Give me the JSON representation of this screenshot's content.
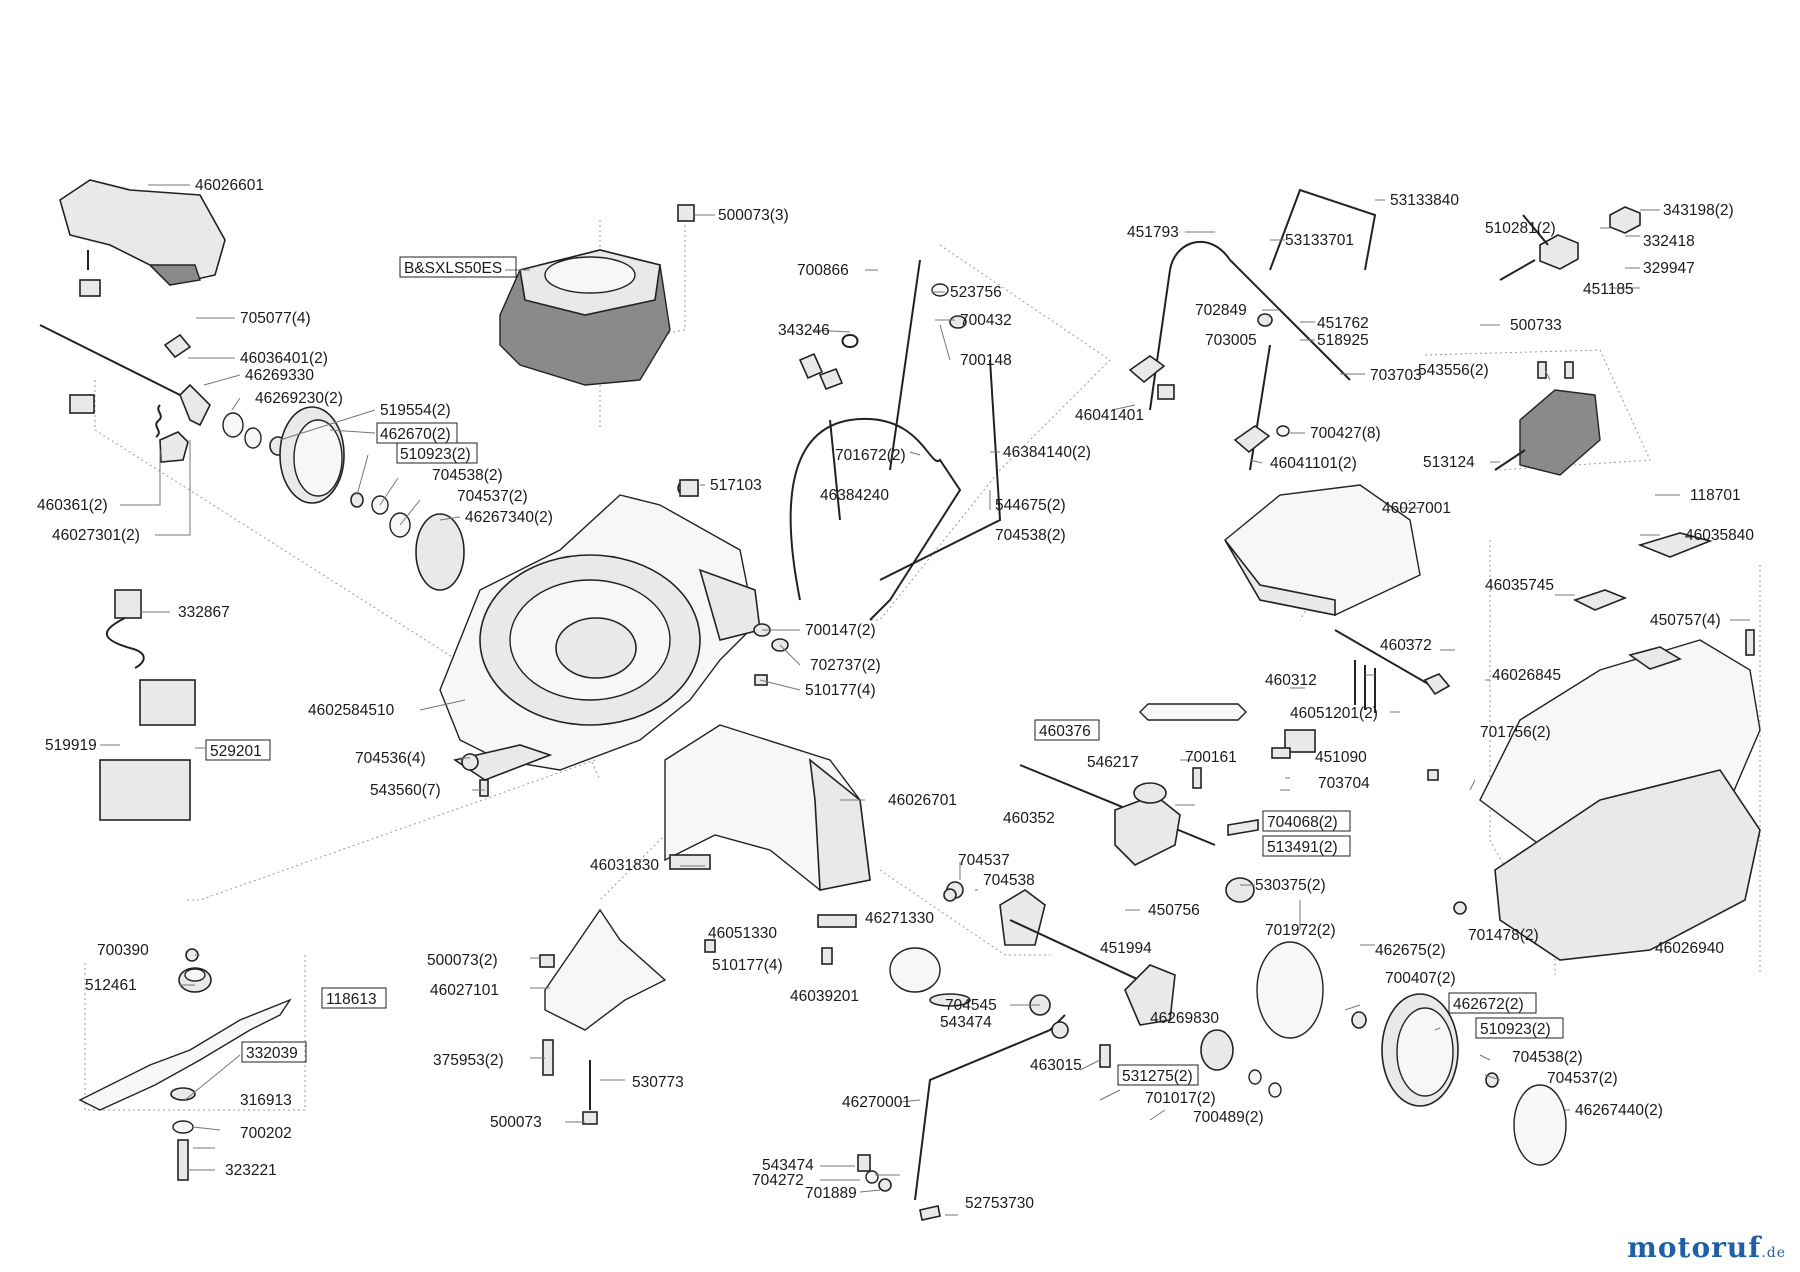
{
  "brand": {
    "name": "motoruf",
    "domain": ".de"
  },
  "labels": {
    "l46026601": "46026601",
    "l500073_3": "500073(3)",
    "lBS": "B&SXLS50ES",
    "l705077_4": "705077(4)",
    "l46036401_2": "46036401(2)",
    "l46269330": "46269330",
    "l46269230_2": "46269230(2)",
    "l519554_2": "519554(2)",
    "l462670_2": "462670(2)",
    "l510923_2a": "510923(2)",
    "l704538_2a": "704538(2)",
    "l704537_2a": "704537(2)",
    "l46267340_2": "46267340(2)",
    "l460361_2": "460361(2)",
    "l46027301_2": "46027301(2)",
    "l517103": "517103",
    "l332867": "332867",
    "l529201": "529201",
    "l519919": "519919",
    "l4602584510": "4602584510",
    "l704536_4": "704536(4)",
    "l543560_7": "543560(7)",
    "l700147_2": "700147(2)",
    "l702737_2": "702737(2)",
    "l510177_4a": "510177(4)",
    "l700866": "700866",
    "l523756": "523756",
    "l700432": "700432",
    "l343246": "343246",
    "l700148": "700148",
    "l701672_2": "701672(2)",
    "l46384140_2": "46384140(2)",
    "l46384240": "46384240",
    "l544675_2": "544675(2)",
    "l704538_2b": "704538(2)",
    "l53133840": "53133840",
    "l451793": "451793",
    "l53133701": "53133701",
    "l702849": "702849",
    "l451762": "451762",
    "l703005": "703005",
    "l518925": "518925",
    "l703703": "703703",
    "l46041401": "46041401",
    "l700427_8": "700427(8)",
    "l46041101_2": "46041101(2)",
    "l343198_2": "343198(2)",
    "l510281_2": "510281(2)",
    "l332418": "332418",
    "l329947": "329947",
    "l451185": "451185",
    "l500733": "500733",
    "l543556_2": "543556(2)",
    "l513124": "513124",
    "l46027001": "46027001",
    "l118701": "118701",
    "l46035840": "46035840",
    "l46035745": "46035745",
    "l450757_4": "450757(4)",
    "l460372": "460372",
    "l460312": "460312",
    "l46026845": "46026845",
    "l46051201_2": "46051201(2)",
    "l460376": "460376",
    "l451090": "451090",
    "l546217": "546217",
    "l700161": "700161",
    "l703704": "703704",
    "l701756_2": "701756(2)",
    "l460352": "460352",
    "l704068_2": "704068(2)",
    "l513491_2": "513491(2)",
    "l46026701": "46026701",
    "l46031830": "46031830",
    "l704537": "704537",
    "l704538": "704538",
    "l530375_2": "530375(2)",
    "l450756": "450756",
    "l451994": "451994",
    "l46051330": "46051330",
    "l46271330": "46271330",
    "l510177_4b": "510177(4)",
    "l46039201": "46039201",
    "l701972_2": "701972(2)",
    "l462675_2": "462675(2)",
    "l701478_2": "701478(2)",
    "l46026940": "46026940",
    "l700390": "700390",
    "l512461": "512461",
    "l118613": "118613",
    "l332039": "332039",
    "l316913": "316913",
    "l700202": "700202",
    "l323221": "323221",
    "l500073_2": "500073(2)",
    "l46027101": "46027101",
    "l375953_2": "375953(2)",
    "l530773": "530773",
    "l500073": "500073",
    "l704545": "704545",
    "l543474a": "543474",
    "l46269830": "46269830",
    "l700407_2": "700407(2)",
    "l462672_2": "462672(2)",
    "l510923_2b": "510923(2)",
    "l463015": "463015",
    "l531275_2": "531275(2)",
    "l701017_2": "701017(2)",
    "l700489_2": "700489(2)",
    "l704538_2c": "704538(2)",
    "l704537_2c": "704537(2)",
    "l46267440_2": "46267440(2)",
    "l46270001": "46270001",
    "l543474b": "543474",
    "l704272": "704272",
    "l701889": "701889",
    "l52753730": "52753730"
  }
}
